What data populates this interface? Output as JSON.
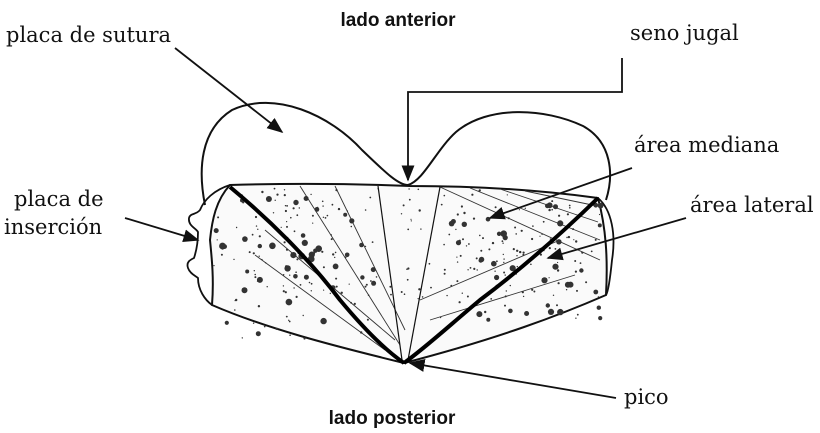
{
  "labels": {
    "lado_anterior": "lado anterior",
    "lado_posterior": "lado posterior",
    "placa_de_sutura": "placa de sutura",
    "seno_jugal": "seno jugal",
    "area_mediana": "área  mediana",
    "area_lateral": "área lateral",
    "placa_de_insercion_line1": "placa de",
    "placa_de_insercion_line2": "inserción",
    "pico": "pico"
  },
  "colors": {
    "ink": "#111111",
    "paper": "#ffffff"
  }
}
